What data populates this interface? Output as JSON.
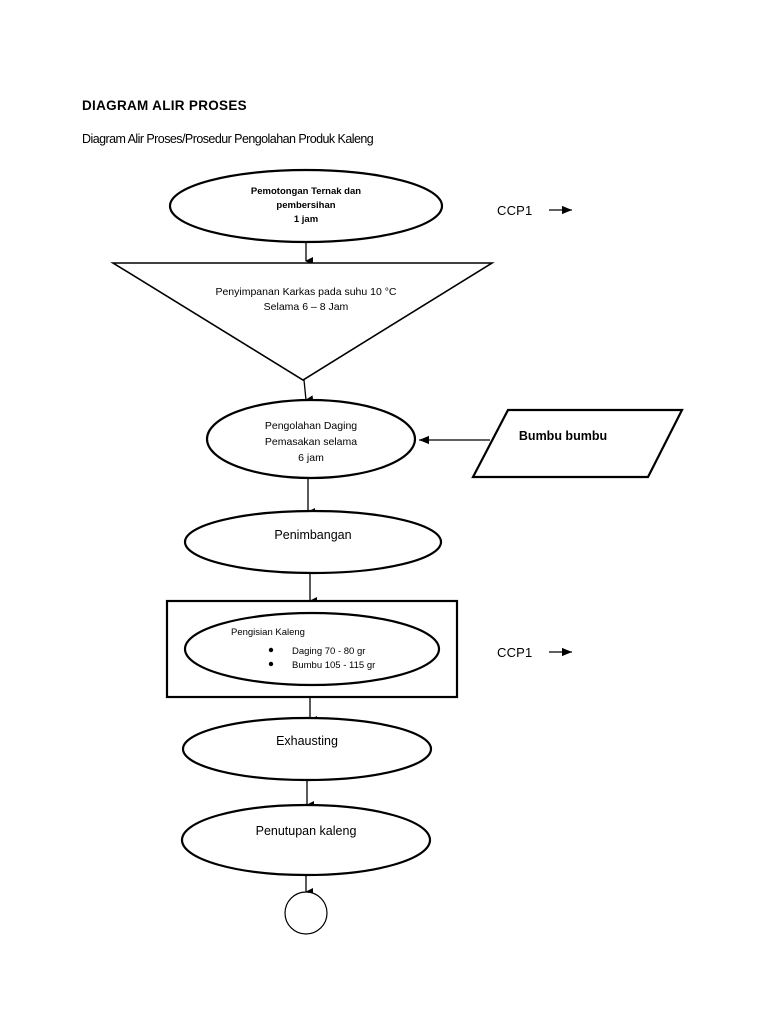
{
  "document": {
    "title": "DIAGRAM ALIR PROSES",
    "subtitle": "Diagram Alir Proses/Prosedur Pengolahan Produk Kaleng"
  },
  "diagram": {
    "type": "flowchart",
    "orientation": "vertical",
    "nodes": [
      {
        "id": "n1",
        "shape": "ellipse",
        "lines": [
          "Pemotongan Ternak dan",
          "pembersihan",
          "1 jam"
        ],
        "line1": "Pemotongan Ternak dan",
        "line2": "pembersihan",
        "line3": "1 jam"
      },
      {
        "id": "n2",
        "shape": "inverted-triangle",
        "line1": "Penyimpanan Karkas pada suhu 10 °C",
        "line2": "Selama 6 – 8 Jam"
      },
      {
        "id": "n3",
        "shape": "ellipse",
        "line1": "Pengolahan Daging",
        "line2": "Pemasakan selama",
        "line3": "6 jam"
      },
      {
        "id": "n4",
        "shape": "ellipse",
        "line1": "Penimbangan"
      },
      {
        "id": "n5",
        "shape": "ellipse-in-rectangle",
        "line1": "Pengisian Kaleng",
        "bullets": [
          "Daging 70 - 80 gr",
          "Bumbu 105 - 115 gr"
        ]
      },
      {
        "id": "n6",
        "shape": "ellipse",
        "line1": "Exhausting"
      },
      {
        "id": "n7",
        "shape": "ellipse",
        "line1": "Penutupan kaleng"
      },
      {
        "id": "n8",
        "shape": "circle",
        "line1": ""
      }
    ],
    "side_inputs": [
      {
        "id": "s1",
        "shape": "parallelogram",
        "label": "Bumbu bumbu",
        "connects_to": "n3",
        "arrow_direction": "left"
      }
    ],
    "annotations": [
      {
        "id": "a1",
        "label": "CCP1",
        "arrow_direction": "right",
        "near_node": "n1"
      },
      {
        "id": "a2",
        "label": "CCP1",
        "arrow_direction": "right",
        "near_node": "n5"
      }
    ],
    "colors": {
      "stroke": "#000000",
      "fill": "#ffffff",
      "text": "#000000"
    }
  }
}
